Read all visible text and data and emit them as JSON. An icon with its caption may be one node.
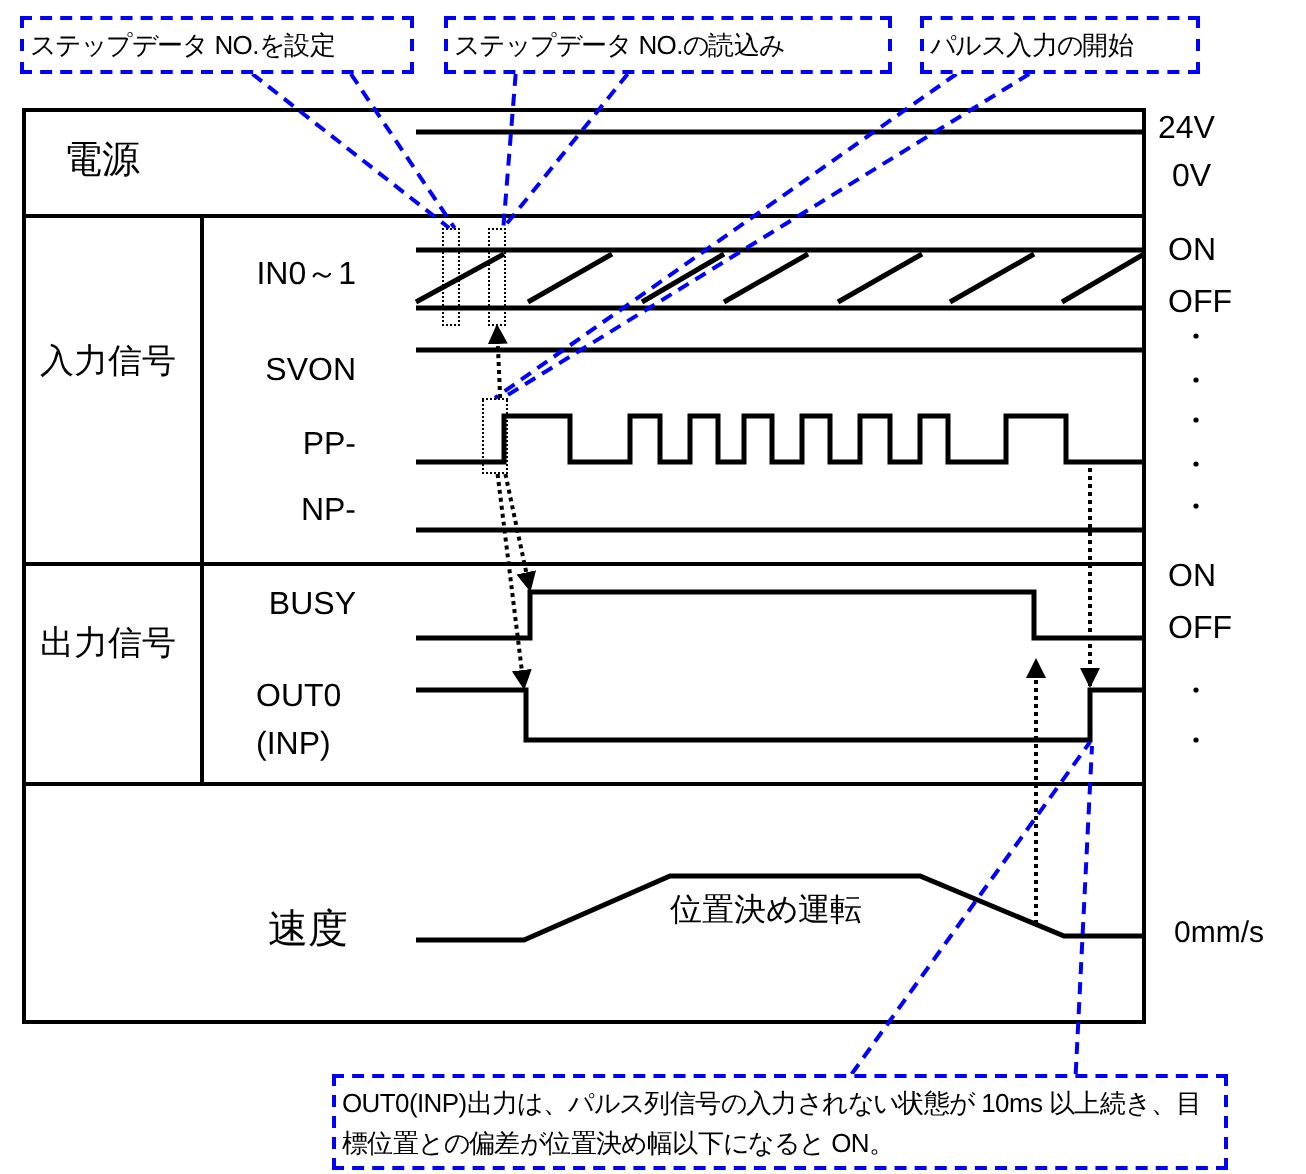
{
  "diagram": {
    "nodes": [
      {
        "text": [
          "ステップデータ NO.を設定"
        ]
      },
      {
        "text": [
          "ステップデータ NO.の読込み"
        ]
      },
      {
        "text": [
          "パルス入力の開始"
        ]
      },
      {
        "text": [],
        "shape": "box"
      },
      {
        "text": [],
        "shape": "box"
      },
      {
        "text": [],
        "shape": "box"
      },
      {
        "text": [
          "OUT0(INP)出力は、パルス列信号の入力されない状態が 10ms 以上続き、目標位置との偏差が位置決め幅以下になると ON。"
        ]
      }
    ],
    "edges": [
      {
        "from": 0,
        "to": 3,
        "arrow": "none",
        "style": "dashed"
      },
      {
        "from": 0,
        "to": 3,
        "arrow": "none",
        "style": "dashed"
      },
      {
        "from": 1,
        "to": 4,
        "arrow": "none",
        "style": "dashed"
      },
      {
        "from": 1,
        "to": 4,
        "arrow": "none",
        "style": "dashed"
      },
      {
        "from": 2,
        "to": 5,
        "arrow": "none",
        "style": "dashed"
      },
      {
        "from": 2,
        "to": 5,
        "arrow": "none",
        "style": "dashed"
      },
      {
        "from": 6,
        "to": null,
        "arrow": "none",
        "style": "dashed"
      },
      {
        "from": 6,
        "to": null,
        "arrow": "none",
        "style": "dashed"
      },
      {
        "from": 5,
        "to": 4,
        "arrow": "to",
        "color": "#000000"
      },
      {
        "from": 5,
        "to": null,
        "arrow": "to",
        "color": "#000000"
      },
      {
        "from": 5,
        "to": null,
        "arrow": "to",
        "color": "#000000"
      }
    ],
    "labels": [
      "電源",
      "24V",
      "0V",
      "IN0～1",
      "ON",
      "OFF",
      "入力信号",
      "SVON",
      "PP-",
      "NP-",
      "ON",
      "BUSY",
      "OFF",
      "出力信号",
      "OUT0 (INP)",
      "位置決め運転",
      "速度",
      "0mm/s"
    ]
  }
}
